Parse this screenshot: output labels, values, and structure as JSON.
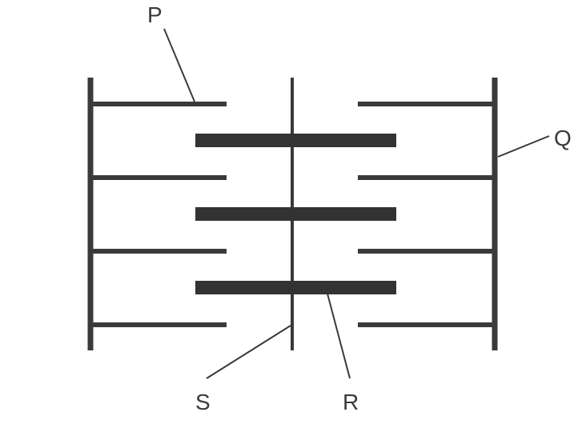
{
  "diagram": {
    "labels": {
      "p": "P",
      "q": "Q",
      "r": "R",
      "s": "S"
    },
    "colors": {
      "thin_line": "#3a3a3a",
      "thick_filament": "#333333",
      "background": "#ffffff"
    },
    "counts": {
      "thin_filament_rows_per_side": 4,
      "thick_filaments": 3
    }
  }
}
